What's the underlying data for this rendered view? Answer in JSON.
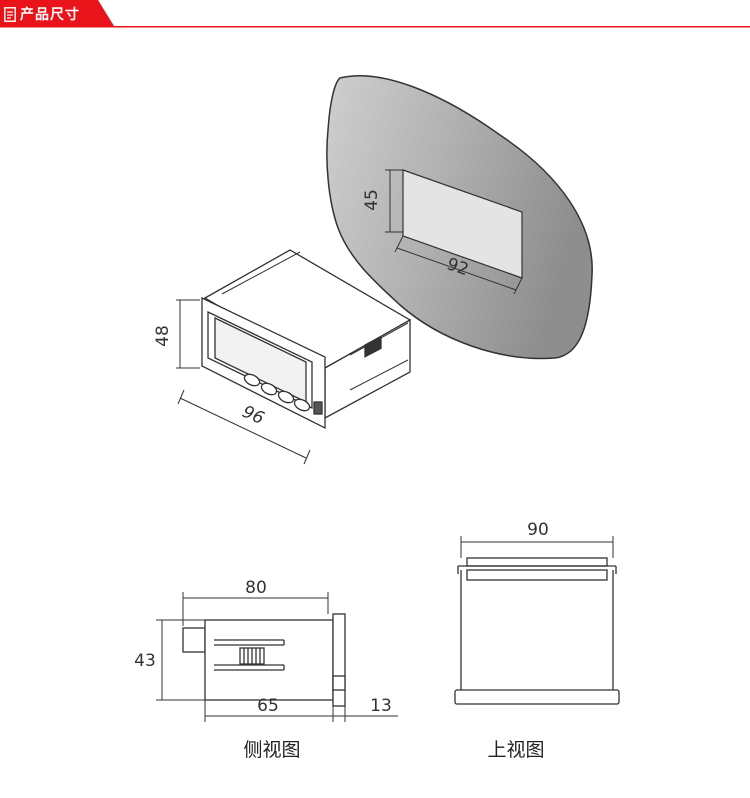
{
  "header": {
    "title": "产品尺寸",
    "icon": "document-icon",
    "accent_color": "#e8141a"
  },
  "panel_view": {
    "cutout_height": "45",
    "cutout_width": "92"
  },
  "device_view": {
    "height": "48",
    "width": "96"
  },
  "side_view": {
    "caption": "侧视图",
    "total_depth": "80",
    "height": "43",
    "body_depth": "65",
    "bezel_depth": "13"
  },
  "top_view": {
    "caption": "上视图",
    "width": "90"
  }
}
